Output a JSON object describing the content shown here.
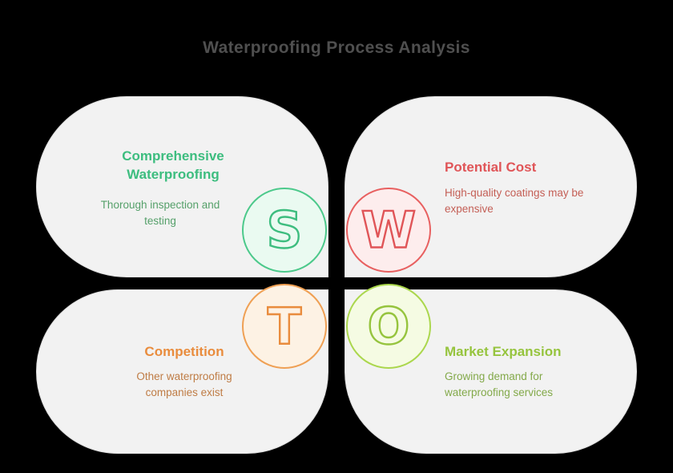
{
  "title": "Waterproofing Process Analysis",
  "title_color": "#4f4f4f",
  "panel_bg": "#f2f2f2",
  "panel_border": "#dcdcdc",
  "background": "#000000",
  "quadrants": [
    {
      "id": "strengths",
      "letter": "S",
      "heading": "Comprehensive Waterproofing",
      "description": "Thorough inspection and testing",
      "accent": "#3dbd7f",
      "text_muted": "#55a06a",
      "circle_fill": "#eafaf1",
      "circle_border": "#4cc98b"
    },
    {
      "id": "weaknesses",
      "letter": "W",
      "heading": "Potential Cost",
      "description": "High-quality coatings may be expensive",
      "accent": "#e05558",
      "text_muted": "#c45f56",
      "circle_fill": "#fdeded",
      "circle_border": "#e86060"
    },
    {
      "id": "threats",
      "letter": "T",
      "heading": "Competition",
      "description": "Other waterproofing companies exist",
      "accent": "#e98c3d",
      "text_muted": "#bf7c45",
      "circle_fill": "#fdf2e4",
      "circle_border": "#efa054"
    },
    {
      "id": "opportunities",
      "letter": "O",
      "heading": "Market Expansion",
      "description": "Growing demand for waterproofing services",
      "accent": "#96c43e",
      "text_muted": "#83a94a",
      "circle_fill": "#f5fbe3",
      "circle_border": "#abd74d"
    }
  ]
}
